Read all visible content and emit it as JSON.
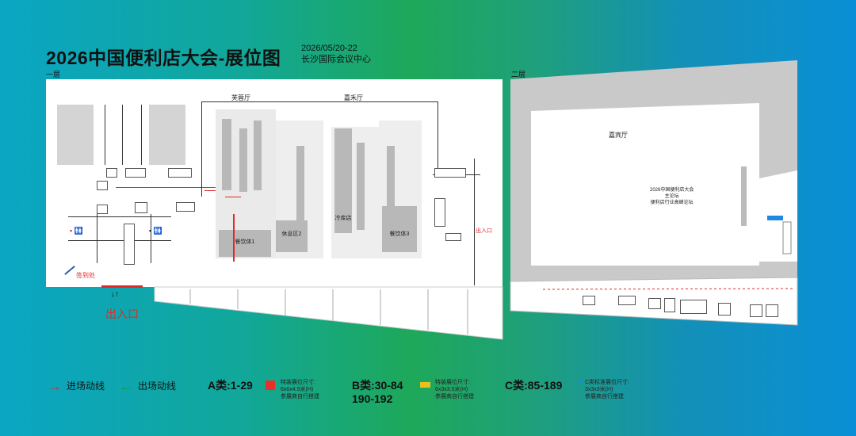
{
  "header": {
    "title": "2026中国便利店大会-展位图",
    "date": "2026/05/20-22",
    "venue": "长沙国际会议中心"
  },
  "floors": {
    "first": "一层",
    "second": "二层"
  },
  "floor1": {
    "hall_left": "芙蓉厅",
    "hall_right": "嘉禾厅",
    "entrance_exit": "出入口",
    "signin": "签到处",
    "block1": "餐饮体1",
    "block2": "休息区2",
    "block3": "冷库店",
    "block4": "餐饮体3",
    "side_label": "出入口"
  },
  "floor2": {
    "hall": "嘉宾厅",
    "stage_line1": "2026中国便利店大会",
    "stage_line2": "主论坛",
    "stage_line3": "便利店行业高峰论坛"
  },
  "legend": {
    "entry_line": "进场动线",
    "exit_line": "出场动线",
    "class_a": "A类:1-29",
    "class_a_note": "特装展位尺寸:\n6x6x4.5米(H)\n参展商自行搭建",
    "class_b_line1": "B类:30-84",
    "class_b_line2": "190-192",
    "class_b_note": "特装展位尺寸:\n6x3x3.5米(H)\n参展商自行搭建",
    "class_c": "C类:85-189",
    "class_c_note": "C类标准展位尺寸:\n3x3x3米(H)\n参展商自行搭建"
  },
  "colors": {
    "entry_arrow": "#e02a2a",
    "exit_arrow": "#1a9a3a",
    "class_a": "#e8302a",
    "class_b": "#e8c020",
    "class_c": "#1e88e5"
  }
}
